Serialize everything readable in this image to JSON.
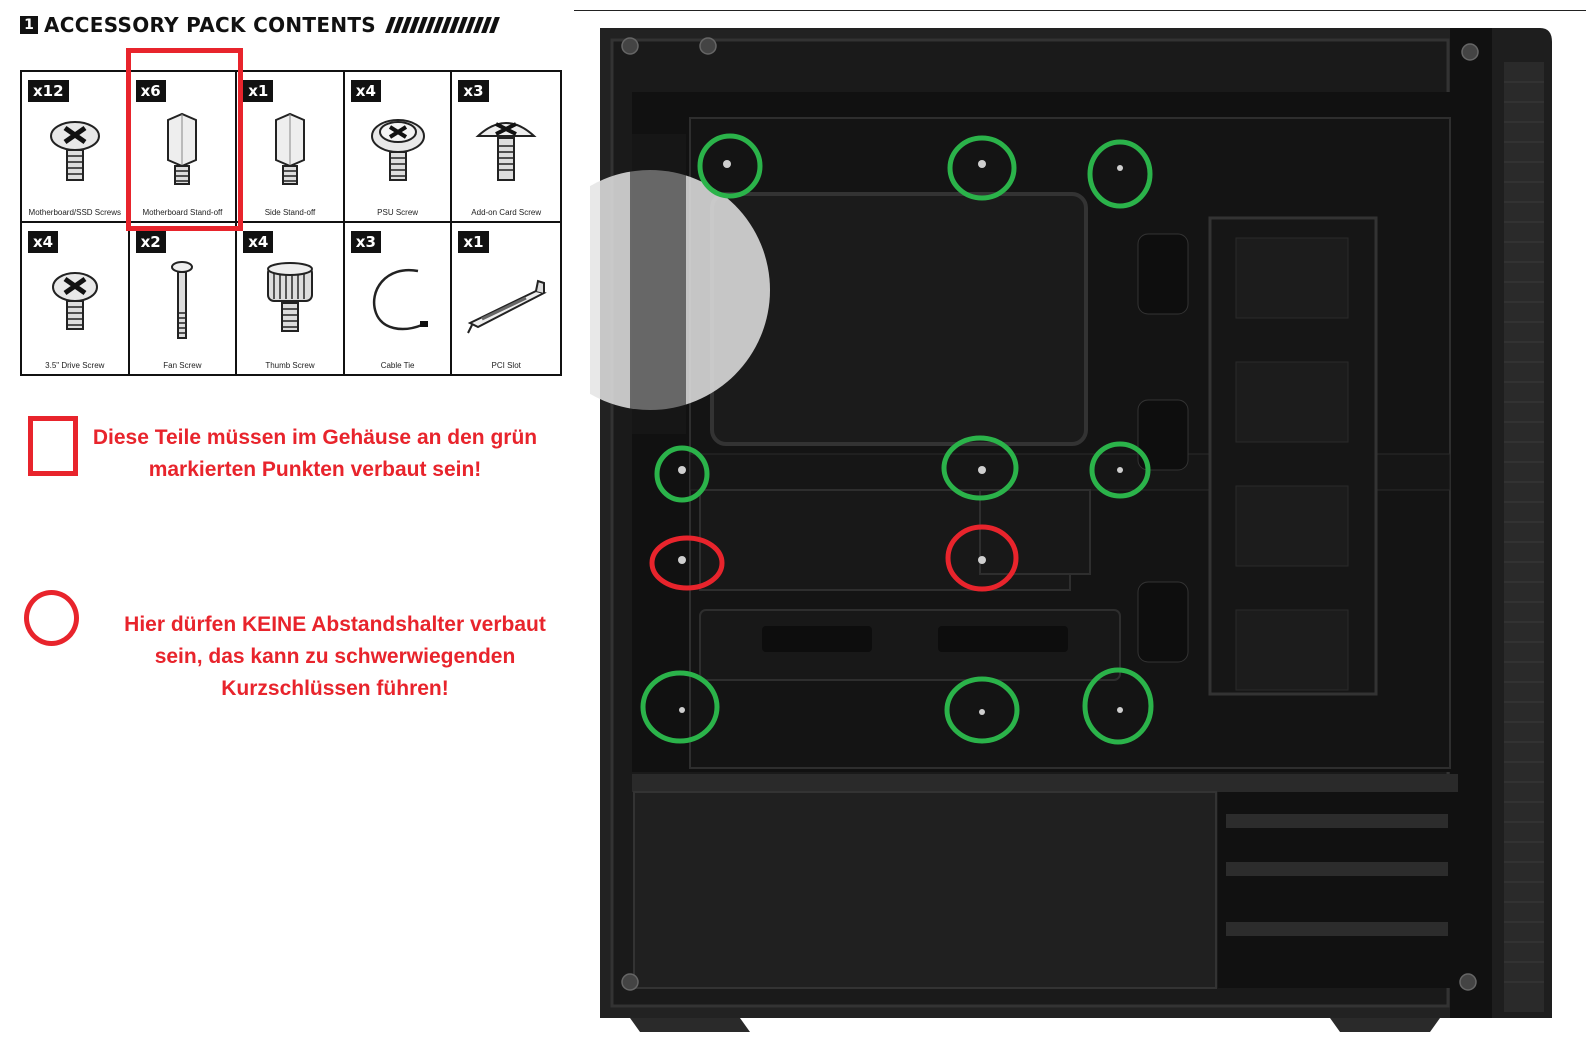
{
  "header": {
    "step": "1",
    "title": "ACCESSORY PACK CONTENTS"
  },
  "accessories": [
    {
      "qty": "x12",
      "label": "Motherboard/SSD Screws",
      "icon": "screw-icon"
    },
    {
      "qty": "x6",
      "label": "Motherboard Stand-off",
      "icon": "standoff-icon"
    },
    {
      "qty": "x1",
      "label": "Side Stand-off",
      "icon": "standoff-icon"
    },
    {
      "qty": "x4",
      "label": "PSU Screw",
      "icon": "screw-icon"
    },
    {
      "qty": "x3",
      "label": "Add-on Card Screw",
      "icon": "screw-icon"
    },
    {
      "qty": "x4",
      "label": "3.5\" Drive Screw",
      "icon": "screw-icon"
    },
    {
      "qty": "x2",
      "label": "Fan Screw",
      "icon": "long-screw-icon"
    },
    {
      "qty": "x4",
      "label": "Thumb Screw",
      "icon": "thumb-screw-icon"
    },
    {
      "qty": "x3",
      "label": "Cable Tie",
      "icon": "cable-tie-icon"
    },
    {
      "qty": "x1",
      "label": "PCI Slot",
      "icon": "pci-slot-icon"
    }
  ],
  "legend": {
    "square_note": "Diese Teile müssen im Gehäuse an den grün markierten Punkten verbaut sein!",
    "circle_note": "Hier dürfen KEINE Abstandshalter verbaut sein, das kann zu schwerwiegenden Kurzschlüssen führen!"
  },
  "colors": {
    "marker_red": "#e8242c",
    "marker_green": "#2bb34a",
    "case_dark": "#1b1b1b"
  }
}
